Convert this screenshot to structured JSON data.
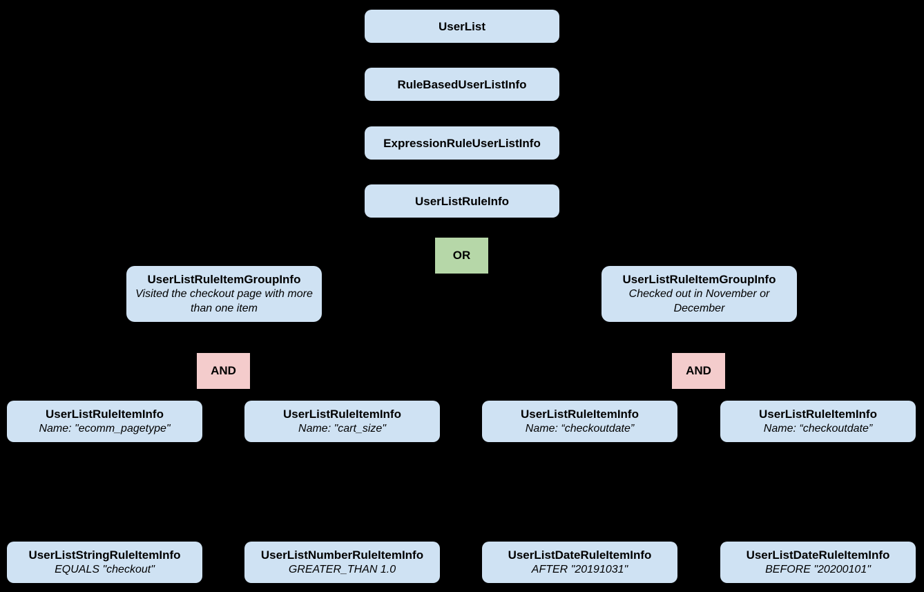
{
  "diagram": {
    "background_color": "#000000",
    "colors": {
      "node_fill": "#cfe2f3",
      "or_fill": "#b6d7a8",
      "and_fill": "#f4cccc",
      "text": "#000000"
    },
    "or": {
      "label": "OR"
    },
    "chain": [
      {
        "title": "UserList"
      },
      {
        "title": "RuleBasedUserListInfo"
      },
      {
        "title": "ExpressionRuleUserListInfo"
      },
      {
        "title": "UserListRuleInfo"
      }
    ],
    "groups": [
      {
        "title": "UserListRuleItemGroupInfo",
        "subtitle": "Visited the checkout page with more than one item",
        "operator": "AND"
      },
      {
        "title": "UserListRuleItemGroupInfo",
        "subtitle": "Checked out in November or December",
        "operator": "AND"
      }
    ],
    "rule_items": [
      {
        "title": "UserListRuleItemInfo",
        "subtitle": "Name: \"ecomm_pagetype\""
      },
      {
        "title": "UserListRuleItemInfo",
        "subtitle": "Name: \"cart_size\""
      },
      {
        "title": "UserListRuleItemInfo",
        "subtitle": "Name: “checkoutdate”"
      },
      {
        "title": "UserListRuleItemInfo",
        "subtitle": "Name: “checkoutdate”"
      }
    ],
    "operand_items": [
      {
        "title": "UserListStringRuleItemInfo",
        "subtitle": "EQUALS \"checkout\""
      },
      {
        "title": "UserListNumberRuleItemInfo",
        "subtitle": "GREATER_THAN 1.0"
      },
      {
        "title": "UserListDateRuleItemInfo",
        "subtitle": "AFTER \"20191031\""
      },
      {
        "title": "UserListDateRuleItemInfo",
        "subtitle": "BEFORE \"20200101\""
      }
    ]
  }
}
